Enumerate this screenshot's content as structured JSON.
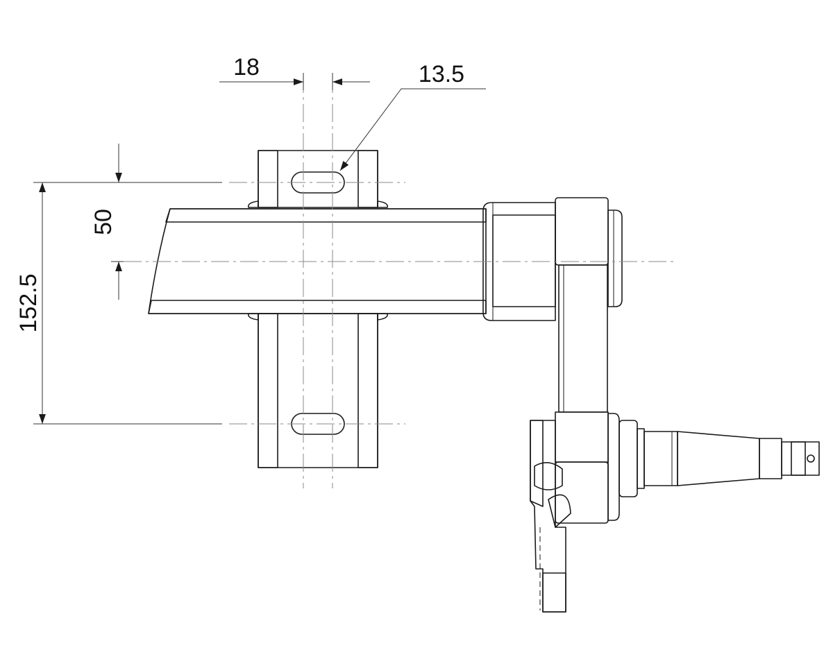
{
  "drawing": {
    "dimensions": {
      "slot_spacing": "18",
      "slot_width": "13.5",
      "axle_half_height": "50",
      "bracket_height": "152.5"
    },
    "colors": {
      "outline": "#1a1a1a",
      "face_light": "#f4f4f4",
      "face_mid": "#e3e3e3",
      "face_dark": "#d2d2d2",
      "centerline": "#8a8a8a"
    }
  }
}
